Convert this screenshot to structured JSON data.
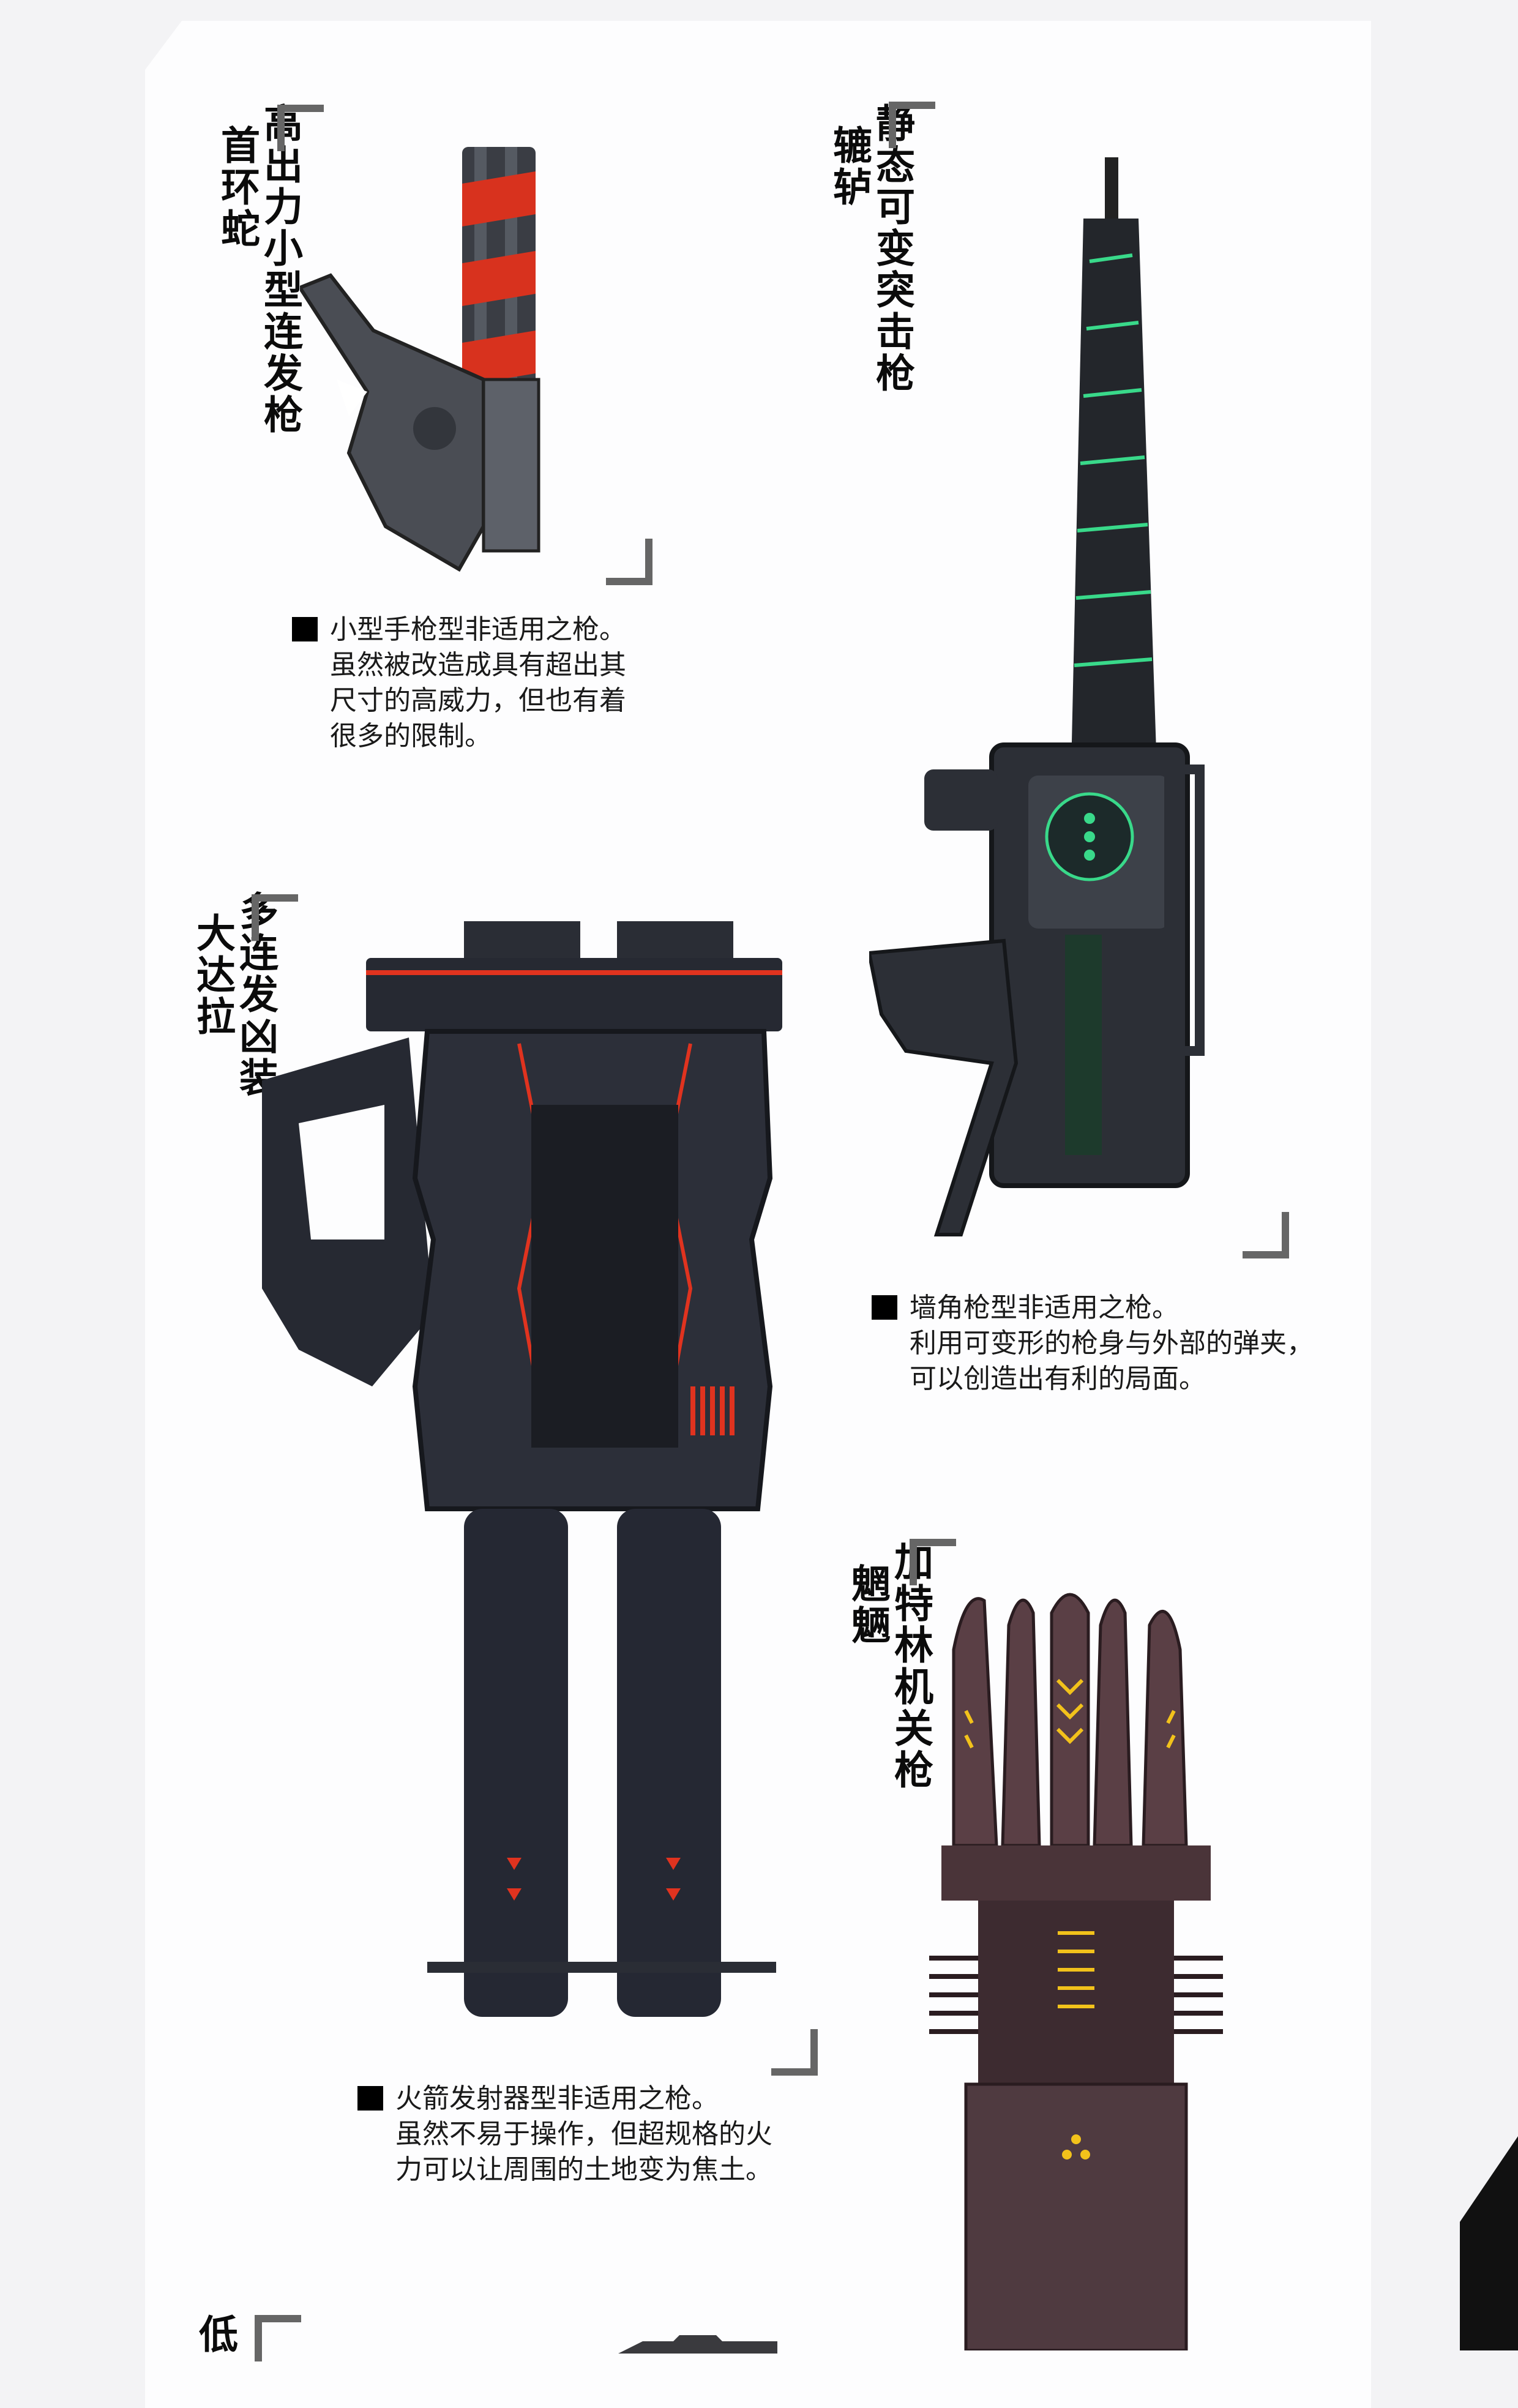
{
  "weapons": [
    {
      "name": "高出力小型连发枪",
      "codename": "首环蛇",
      "icon": "compact-pistol-illustration",
      "description": [
        "小型手枪型非适用之枪。",
        "虽然被改造成具有超出其",
        "尺寸的高威力，但也有着",
        "很多的限制。"
      ]
    },
    {
      "name": "静态可变突击枪",
      "codename": "辘轳",
      "icon": "drill-assault-rifle-illustration",
      "description": [
        "墙角枪型非适用之枪。",
        "利用可变形的枪身与外部的弹夹，",
        "可以创造出有利的局面。"
      ]
    },
    {
      "name": "多连发凶装",
      "codename": "大达拉",
      "icon": "twin-rocket-launcher-illustration",
      "description": [
        "火箭发射器型非适用之枪。",
        "虽然不易于操作，但超规格的火",
        "力可以让周围的土地变为焦土。"
      ]
    },
    {
      "name": "加特林机关枪",
      "codename": "魍魉",
      "icon": "gatling-gun-illustration",
      "description": []
    },
    {
      "name": "低",
      "codename": "",
      "icon": "partial-weapon-illustration",
      "description": []
    }
  ],
  "colors": {
    "accent_red": "#e0331f",
    "accent_green": "#39d98a",
    "accent_yellow": "#f2c21b",
    "bracket": "#666666"
  }
}
